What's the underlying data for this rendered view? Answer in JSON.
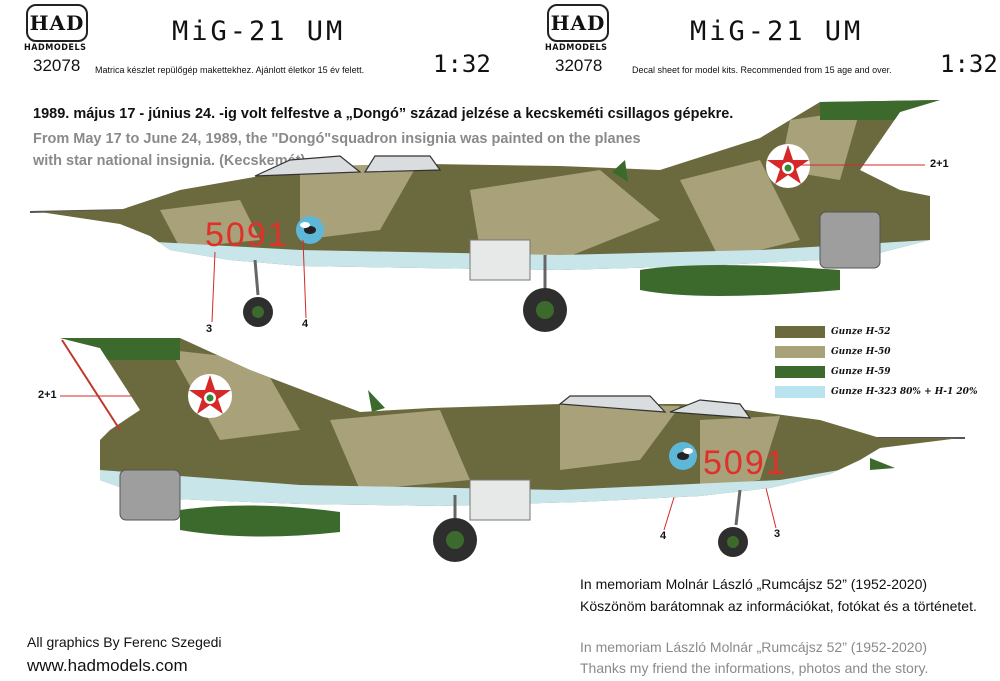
{
  "header_left": {
    "logo": "HAD",
    "brand": "HADMODELS",
    "code": "32078",
    "model": "MiG-21 UM",
    "description": "Matrica készlet repülőgép makettekhez. Ajánlott életkor 15 év felett.",
    "scale": "1:32"
  },
  "header_right": {
    "logo": "HAD",
    "brand": "HADMODELS",
    "code": "32078",
    "model": "MiG-21 UM",
    "description": "Decal sheet for model kits. Recommended from 15 age and over.",
    "scale": "1:32"
  },
  "intro": {
    "hungarian": "1989. május 17 - június 24. -ig volt felfestve a „Dongó” század jelzése a kecskeméti csillagos gépekre.",
    "english_line1": "From May 17 to June 24, 1989, the \"Dongó\"squadron insignia was painted on the planes",
    "english_line2": "with star national insignia. (Kecskemét)"
  },
  "aircraft": {
    "serial": "5091",
    "colors": {
      "dark_olive": "#6b6a3e",
      "sand": "#a9a17a",
      "green": "#3c6a2c",
      "light_blue": "#c8e6ea",
      "serial_red": "#e0302a"
    }
  },
  "callouts": {
    "top_star": "2+1",
    "top_serial": "3",
    "top_emblem": "4",
    "bottom_star": "2+1",
    "bottom_emblem": "4",
    "bottom_serial": "3"
  },
  "legend": [
    {
      "color": "#6b6a3e",
      "label": "Gunze H-52"
    },
    {
      "color": "#a9a17a",
      "label": "Gunze H-50"
    },
    {
      "color": "#3c6a2c",
      "label": "Gunze H-59"
    },
    {
      "color": "#b9e3ee",
      "label": "Gunze H-323 80% + H-1 20%"
    }
  ],
  "memoriam": {
    "hu_line1": "In memoriam Molnár László „Rumcájsz 52” (1952-2020)",
    "hu_line2": "Köszönöm barátomnak az információkat, fotókat és a történetet.",
    "en_line1": "In memoriam László Molnár „Rumcájsz 52” (1952-2020)",
    "en_line2": "Thanks my friend the informations, photos and the story."
  },
  "footer": {
    "credit": "All graphics By Ferenc Szegedi",
    "website": "www.hadmodels.com"
  }
}
